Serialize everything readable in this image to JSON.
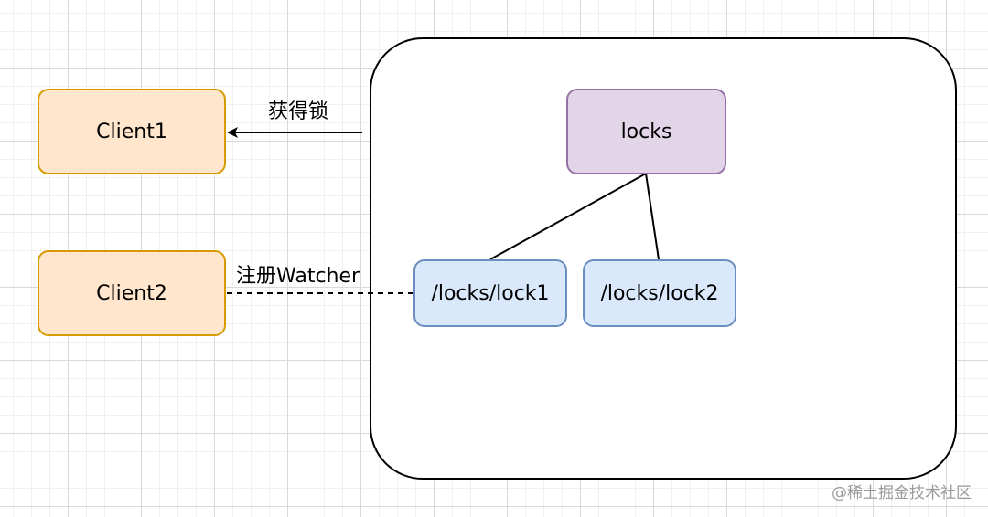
{
  "diagram": {
    "nodes": {
      "client1": "Client1",
      "client2": "Client2",
      "locks": "locks",
      "lock1": "/locks/lock1",
      "lock2": "/locks/lock2"
    },
    "edges": {
      "acquire_label": "获得锁",
      "watch_label": "注册Watcher"
    },
    "colors": {
      "client_fill": "#ffe6cc",
      "client_border": "#d79b00",
      "root_fill": "#e1d5e7",
      "root_border": "#9673a6",
      "child_fill": "#dae8fc",
      "child_border": "#6c8ebf"
    }
  },
  "watermark": "@稀土掘金技术社区"
}
